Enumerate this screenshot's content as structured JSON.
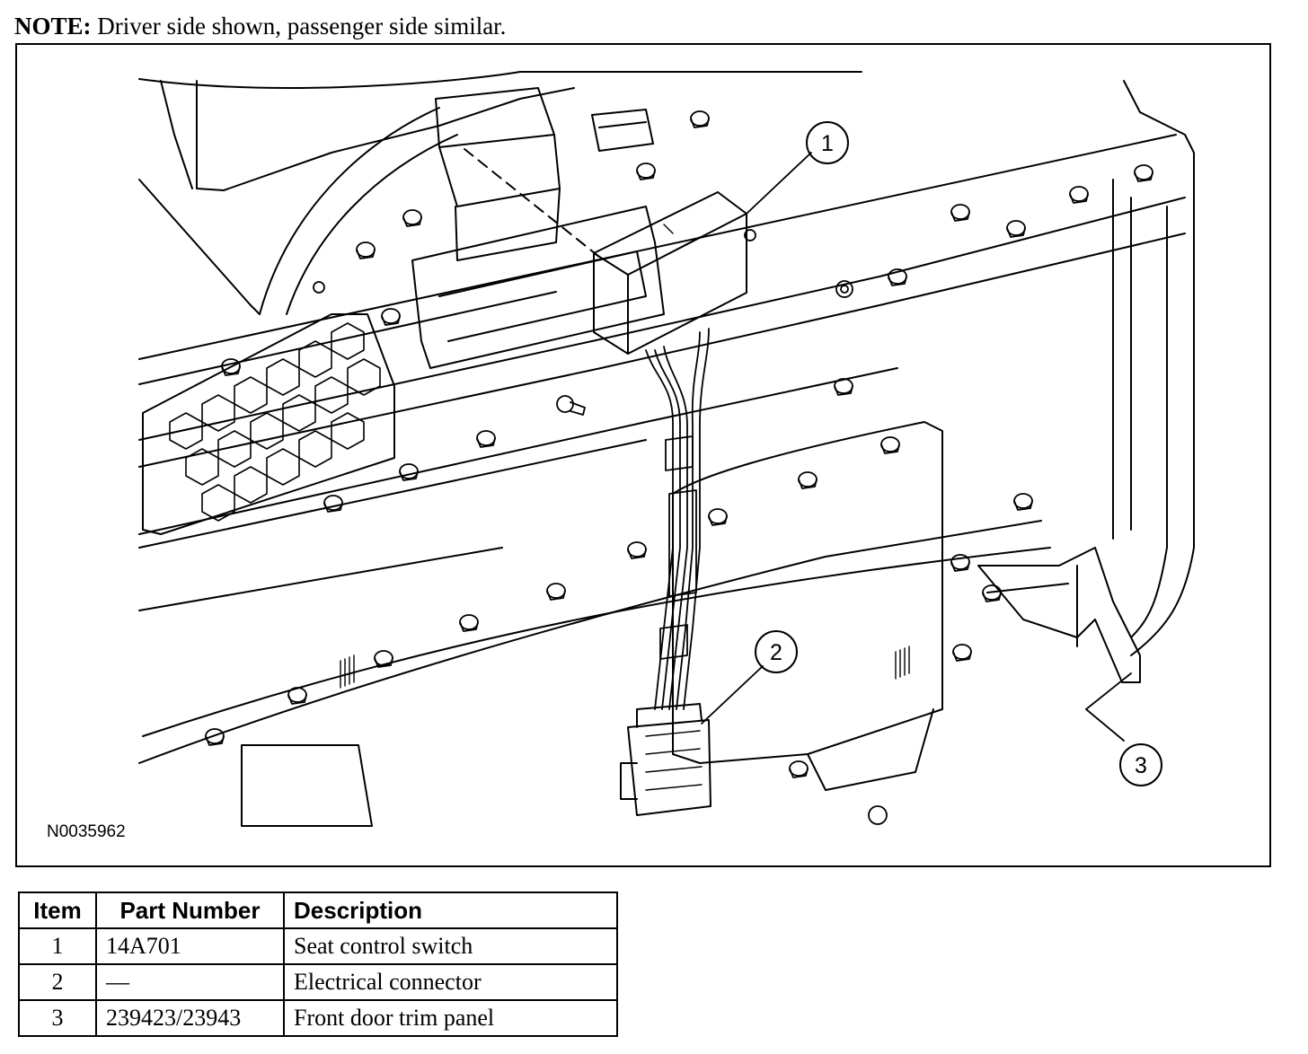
{
  "note": {
    "label": "NOTE:",
    "text": " Driver side shown, passenger side similar."
  },
  "figure": {
    "id": "N0035962",
    "callouts": [
      "1",
      "2",
      "3"
    ]
  },
  "table": {
    "headers": [
      "Item",
      "Part Number",
      "Description"
    ],
    "rows": [
      {
        "item": "1",
        "part": "14A701",
        "desc": "Seat control switch"
      },
      {
        "item": "2",
        "part": "—",
        "desc": "Electrical connector"
      },
      {
        "item": "3",
        "part": "239423/23943",
        "desc": "Front door trim panel"
      }
    ]
  }
}
